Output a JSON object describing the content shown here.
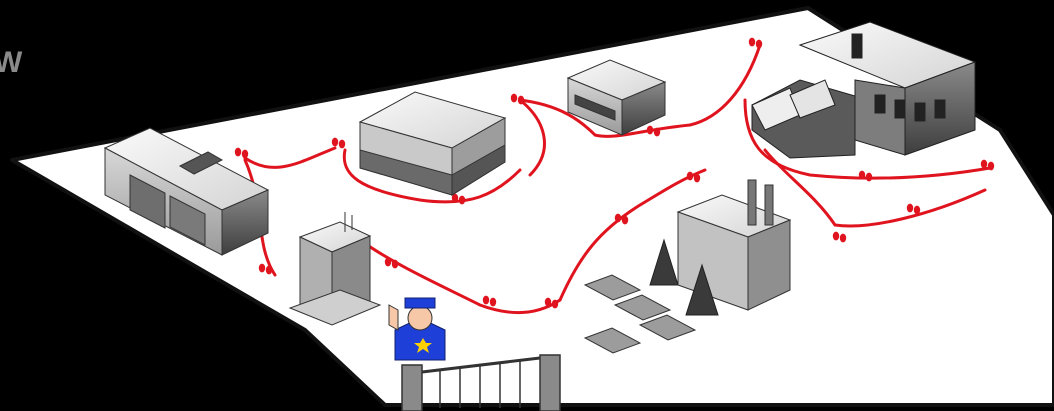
{
  "edge_text": "W",
  "colors": {
    "background": "#000000",
    "ground": "#ffffff",
    "boundary": "#111111",
    "patrol_route": "#e0141e",
    "building_light": "#e9e9e9",
    "building_dark": "#555555",
    "guard_uniform": "#1e3fd8",
    "tree": "#3a3a3a"
  },
  "elements": [
    "warehouse-left",
    "office-center",
    "small-office",
    "factory-top-right",
    "office-tower",
    "factory-bottom",
    "pine-trees",
    "parked-cars",
    "security-guard",
    "entry-gate"
  ]
}
